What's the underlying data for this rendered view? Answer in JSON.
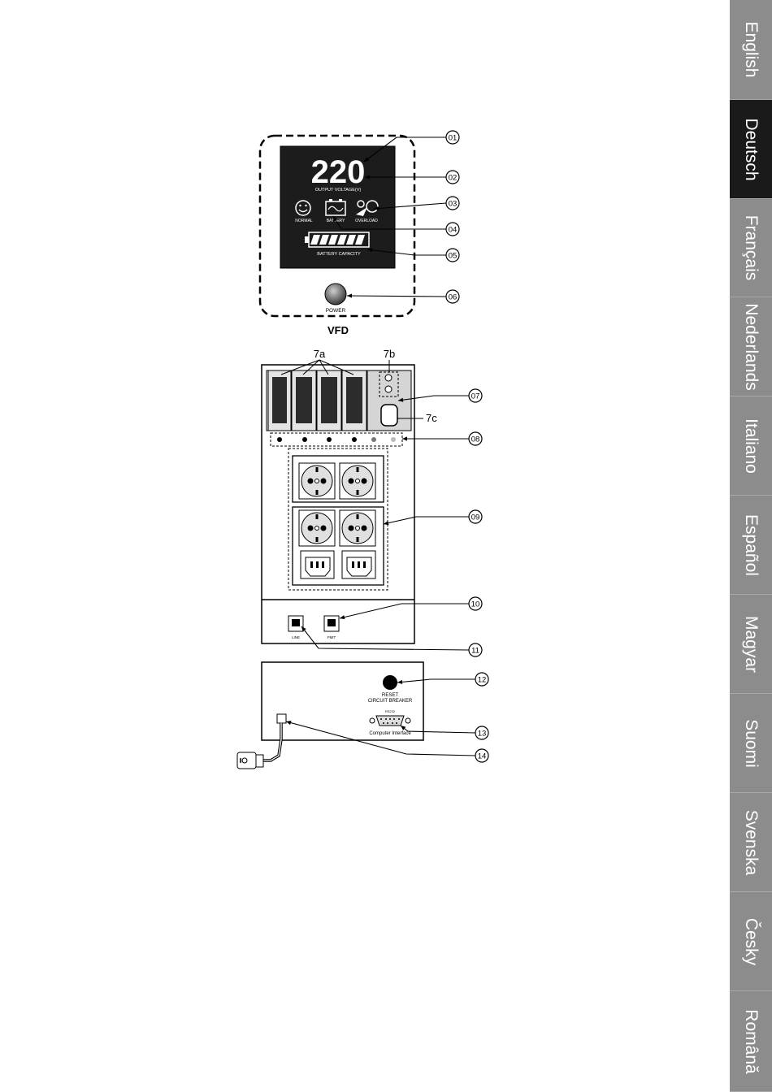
{
  "languages": [
    {
      "label": "English",
      "active": false
    },
    {
      "label": "Deutsch",
      "active": true
    },
    {
      "label": "Français",
      "active": false
    },
    {
      "label": "Nederlands",
      "active": false
    },
    {
      "label": "Italiano",
      "active": false
    },
    {
      "label": "Español",
      "active": false
    },
    {
      "label": "Magyar",
      "active": false
    },
    {
      "label": "Suomi",
      "active": false
    },
    {
      "label": "Svenska",
      "active": false
    },
    {
      "label": "Česky",
      "active": false
    },
    {
      "label": "Română",
      "active": false
    }
  ],
  "vfd": {
    "caption": "VFD",
    "voltage": "220",
    "output_voltage_label": "OUTPUT VOLTAGE(V)",
    "normal_label": "NORMAL",
    "battery_label": "BATTERY",
    "overload_label": "OVERLOAD",
    "battery_capacity_label": "BATTERY CAPACITY",
    "power_label": "POWER"
  },
  "rear": {
    "breaker_group_label": "7a",
    "small_group_label": "7b",
    "switch_label": "7c",
    "line_label": "LINE",
    "fmit_label": "FMIT"
  },
  "side": {
    "reset_line1": "RESET",
    "reset_line2": "CIRCUIT BREAKER",
    "rs232_label": "RS232",
    "computer_interface_label": "Computer Interface"
  },
  "callouts": [
    "01",
    "02",
    "03",
    "04",
    "05",
    "06",
    "07",
    "08",
    "09",
    "10",
    "11",
    "12",
    "13",
    "14"
  ],
  "colors": {
    "tab_bg": "#8c8c8c",
    "tab_active": "#1a1a1a",
    "vfd_bg": "#1c1c1c"
  }
}
